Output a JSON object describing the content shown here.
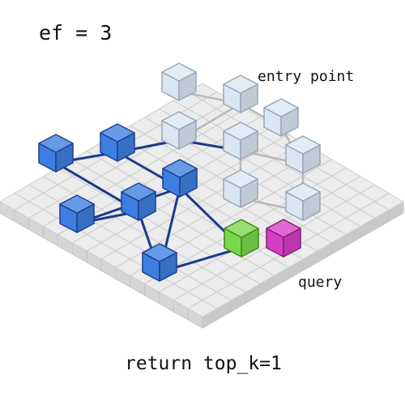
{
  "header": {
    "ef_text": "ef = 3"
  },
  "annotations": {
    "entry_point": "entry point",
    "query": "query"
  },
  "footer": {
    "return_text": "return top_k=1"
  },
  "colors": {
    "grid_top": "#ececec",
    "grid_line": "#cfcfcf",
    "grid_side": "#d6d6d6",
    "unvisited_node": "#d9e6f3",
    "unvisited_edge": "#b9b9b9",
    "visited_node": "#3d7fe0",
    "visited_edge": "#1a3a8c",
    "result_node": "#78d84a",
    "query_node": "#d63ec4"
  },
  "graph": {
    "nodes": [
      {
        "id": "u1",
        "state": "unvisited"
      },
      {
        "id": "entry",
        "state": "unvisited"
      },
      {
        "id": "u3",
        "state": "unvisited"
      },
      {
        "id": "u4",
        "state": "unvisited"
      },
      {
        "id": "u5",
        "state": "unvisited"
      },
      {
        "id": "u6",
        "state": "unvisited"
      },
      {
        "id": "u7",
        "state": "unvisited"
      },
      {
        "id": "u8",
        "state": "unvisited"
      },
      {
        "id": "b1",
        "state": "visited"
      },
      {
        "id": "b2",
        "state": "visited"
      },
      {
        "id": "b3",
        "state": "visited"
      },
      {
        "id": "b4",
        "state": "visited"
      },
      {
        "id": "b5",
        "state": "visited"
      },
      {
        "id": "b6",
        "state": "visited"
      },
      {
        "id": "result",
        "state": "result"
      },
      {
        "id": "query",
        "state": "query"
      }
    ],
    "edges_unvisited": [
      [
        "u1",
        "entry"
      ],
      [
        "entry",
        "u3"
      ],
      [
        "entry",
        "u4"
      ],
      [
        "u4",
        "u5"
      ],
      [
        "u5",
        "u6"
      ],
      [
        "u5",
        "u7"
      ],
      [
        "u7",
        "u8"
      ],
      [
        "u3",
        "u6"
      ],
      [
        "u6",
        "u8"
      ]
    ],
    "edges_visited": [
      [
        "b1",
        "b2"
      ],
      [
        "b1",
        "b4"
      ],
      [
        "b2",
        "u4"
      ],
      [
        "u4",
        "u5"
      ],
      [
        "b2",
        "b5"
      ],
      [
        "b4",
        "b3"
      ],
      [
        "b3",
        "b5"
      ],
      [
        "b5",
        "b6"
      ],
      [
        "b4",
        "b6"
      ],
      [
        "b6",
        "result"
      ],
      [
        "b5",
        "result"
      ]
    ]
  }
}
